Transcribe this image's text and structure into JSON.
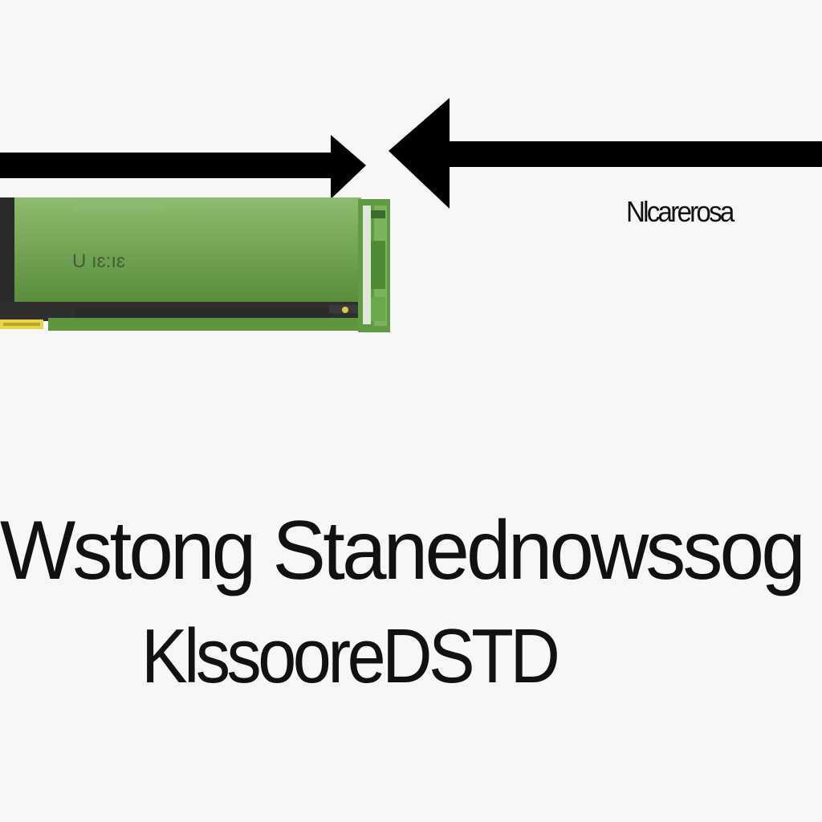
{
  "hardware": {
    "card_text": "U ıɛ:ıɛ",
    "colors": {
      "board": "#6a9f48",
      "shroud_dark": "#2b2b2b",
      "bracket": "#5f9a44",
      "contacts": "#e9d44a",
      "arrow": "#000000"
    }
  },
  "labels": {
    "side": "Nlcarerosa",
    "caption_line1": "Wstong Stanednowssog",
    "caption_line2": "KlssooreDSTD"
  }
}
